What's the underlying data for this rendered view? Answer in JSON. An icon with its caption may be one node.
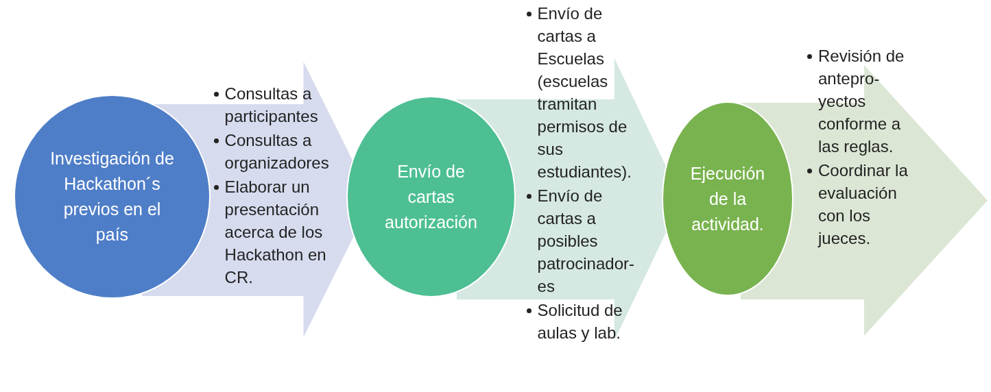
{
  "diagram": {
    "nodes": [
      {
        "text": [
          "Investigación de Hackathon´s previos en el país"
        ]
      },
      {
        "text": [
          "Consultas a participantes",
          "Consultas a organizadores",
          "Elaborar un presentación acerca de los Hackathon en CR."
        ]
      },
      {
        "text": [
          "Envío de cartas autorización"
        ]
      },
      {
        "text": [
          "Envío de cartas a Escuelas (escuelas tramitan permisos de sus estudiantes).",
          "Envío de cartas a posibles patrocinador-es",
          "Solicitud de aulas y lab."
        ]
      },
      {
        "text": [
          "Ejecución de la actividad."
        ]
      },
      {
        "text": [
          "Revisión de antepro-yectos conforme a las reglas.",
          "Coordinar la evaluación con los jueces."
        ]
      }
    ],
    "edges": [
      {
        "from": 0,
        "to": 2,
        "arrow": "to"
      },
      {
        "from": 2,
        "to": 4,
        "arrow": "to"
      }
    ]
  }
}
